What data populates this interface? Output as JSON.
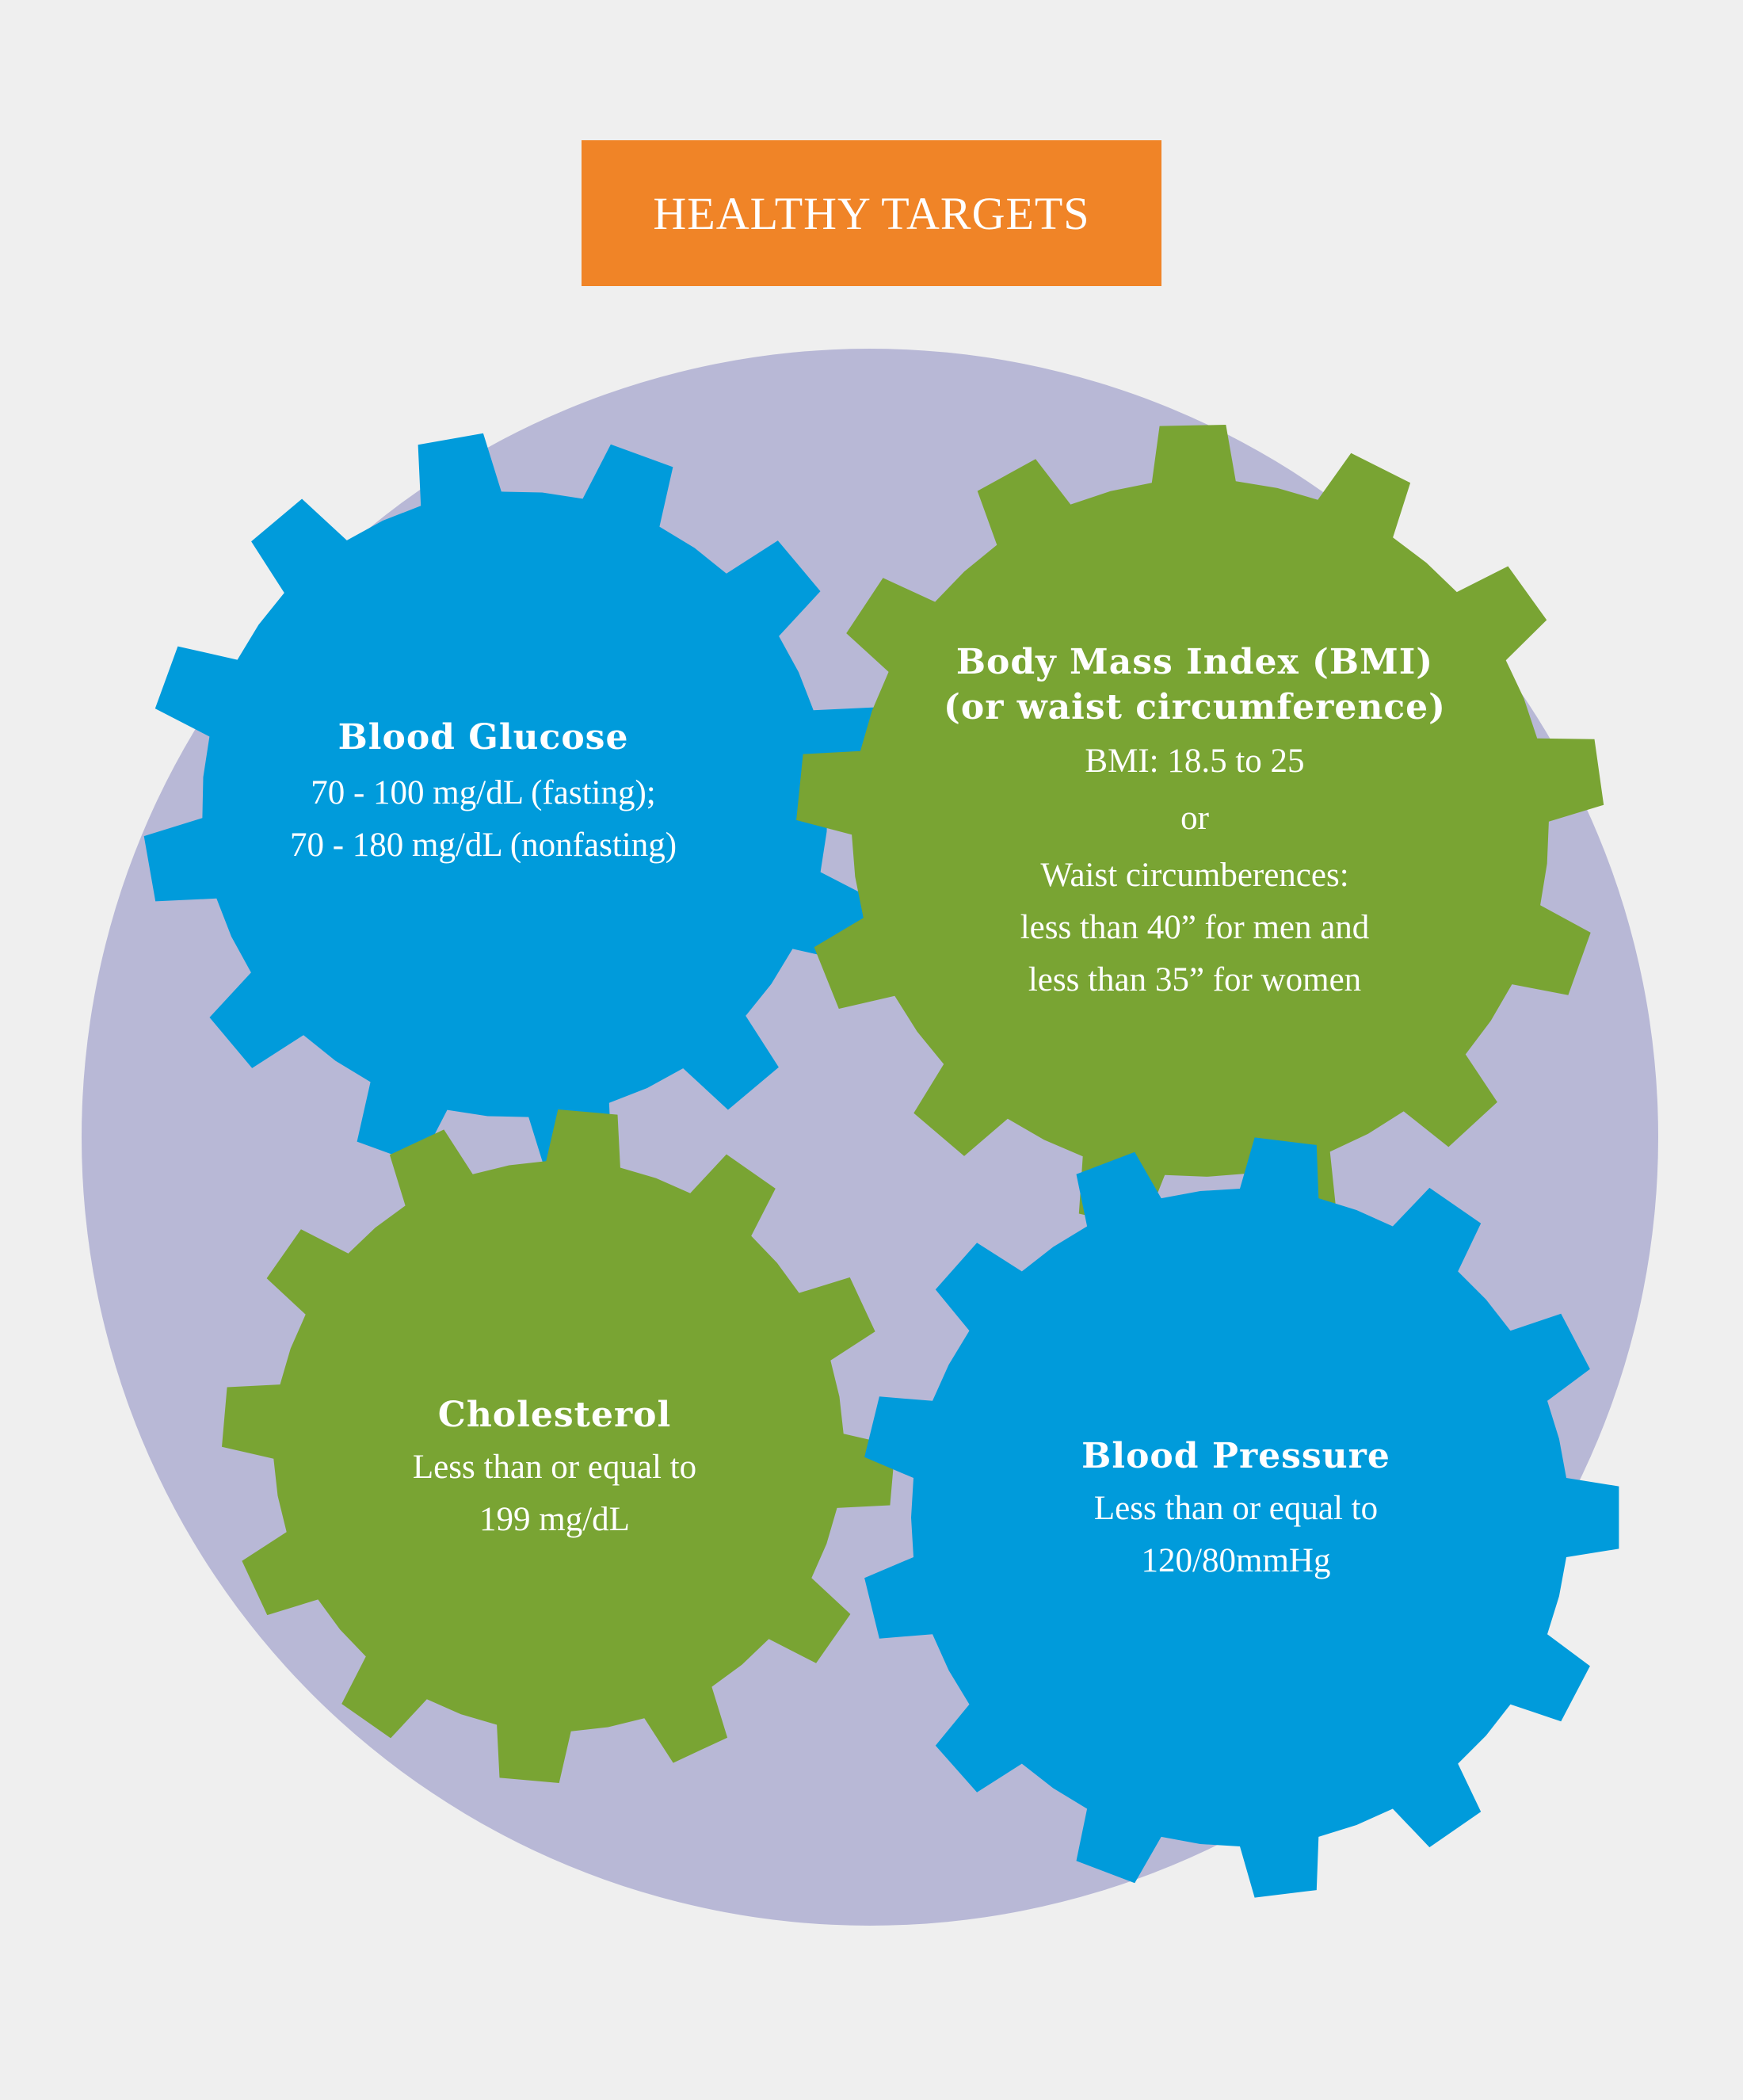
{
  "banner": {
    "title": "HEALTHY TARGETS"
  },
  "colors": {
    "background": "#efefef",
    "circle": "#b8b8d6",
    "banner": "#f08427",
    "blue_gear": "#009bdb",
    "green_gear": "#79a433",
    "text": "#ffffff"
  },
  "gears": {
    "glucose": {
      "title": "Blood Glucose",
      "line1": "70 - 100 mg/dL (fasting);",
      "line2": "70 - 180 mg/dL (nonfasting)"
    },
    "bmi": {
      "title1": "Body Mass Index (BMI)",
      "title2": "(or waist circumference)",
      "line1": "BMI: 18.5 to 25",
      "line2": "or",
      "line3": "Waist circumberences:",
      "line4": "less than 40” for men and",
      "line5": "less than 35” for women"
    },
    "cholesterol": {
      "title": "Cholesterol",
      "line1": "Less than or equal to",
      "line2": "199 mg/dL"
    },
    "pressure": {
      "title": "Blood Pressure",
      "line1": "Less than or equal to",
      "line2": "120/80mmHg"
    }
  }
}
